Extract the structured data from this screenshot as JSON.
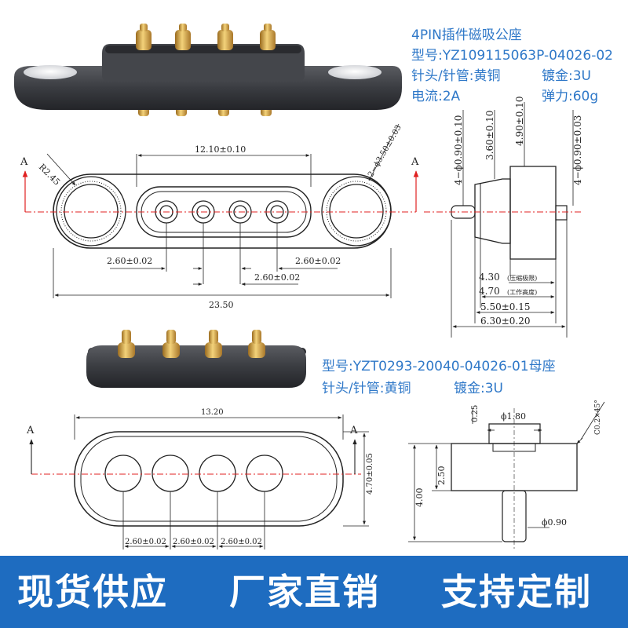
{
  "spec_male": {
    "title": "4PIN插件磁吸公座",
    "model": "型号:YZ109115063P-04026-02",
    "material": "针头/针管:黄铜",
    "plating": "镀金:3U",
    "current": "电流:2A",
    "force": "弹力:60g"
  },
  "spec_female": {
    "model": "型号:YZT0293-20040-04026-01母座",
    "material": "针头/针管:黄铜",
    "plating": "镀金:3U"
  },
  "male_drawing": {
    "section_mark": "A",
    "radius": "R2.45",
    "hole_dia": "2−ϕ3.50±0.03",
    "pin_span": "12.10±0.10",
    "pitch_left": "2.60±0.02",
    "pitch_mid": "2.60±0.02",
    "pitch_right": "2.60±0.02",
    "overall_length": "23.50"
  },
  "male_side": {
    "pin_dia_left": "4−ϕ0.90±0.10",
    "height_a": "3.60±0.10",
    "height_b": "4.90±0.10",
    "pin_dia_right": "4−ϕ0.90±0.03",
    "compressed": "4.30",
    "compressed_note": "(压缩极限)",
    "working": "4.70",
    "working_note": "(工作高度)",
    "body_height": "5.50±0.15",
    "total_height": "6.30±0.20"
  },
  "female_drawing": {
    "section_mark": "A",
    "length": "13.20",
    "width": "4.70±0.05",
    "pitch_1": "2.60±0.02",
    "pitch_2": "2.60±0.02",
    "pitch_3": "2.60±0.02"
  },
  "female_side": {
    "top_offset": "0.25",
    "head_dia": "ϕ1.80",
    "chamfer": "C0.2×45°",
    "body_height": "2.50",
    "total_height": "4.00",
    "pin_dia": "ϕ0.90"
  },
  "banner": {
    "slogan_1": "现货供应",
    "slogan_2": "厂家直销",
    "slogan_3": "支持定制"
  },
  "colors": {
    "spec_text": "#2f78c8",
    "banner_bg": "#1e6cc0",
    "section_line": "#e02020",
    "housing": "#3c3e43",
    "gold_pin": "#d9a441"
  }
}
